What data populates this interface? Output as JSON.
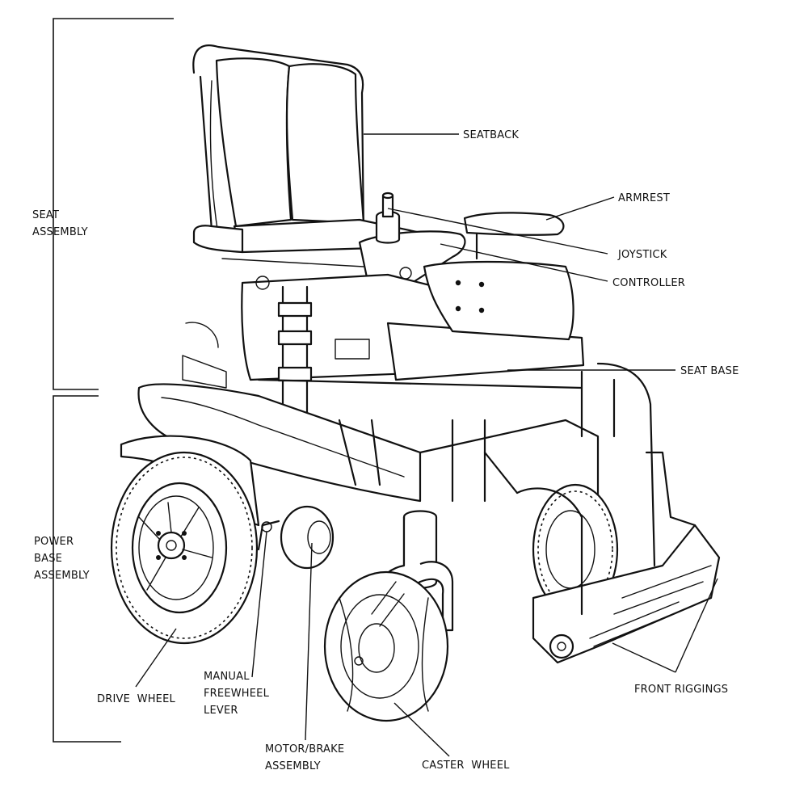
{
  "labels": {
    "seatback": "SEATBACK",
    "armrest": "ARMREST",
    "joystick": "JOYSTICK",
    "controller": "CONTROLLER",
    "seat_base": "SEAT BASE",
    "seat_assembly": [
      "SEAT",
      "ASSEMBLY"
    ],
    "power_base_assembly": [
      "POWER",
      "BASE",
      "ASSEMBLY"
    ],
    "drive_wheel": "DRIVE  WHEEL",
    "manual_freewheel_lever": [
      "MANUAL",
      "FREEWHEEL",
      "LEVER"
    ],
    "motor_brake_assembly": [
      "MOTOR/BRAKE",
      "ASSEMBLY"
    ],
    "caster_wheel": "CASTER  WHEEL",
    "front_riggings": "FRONT RIGGINGS"
  }
}
